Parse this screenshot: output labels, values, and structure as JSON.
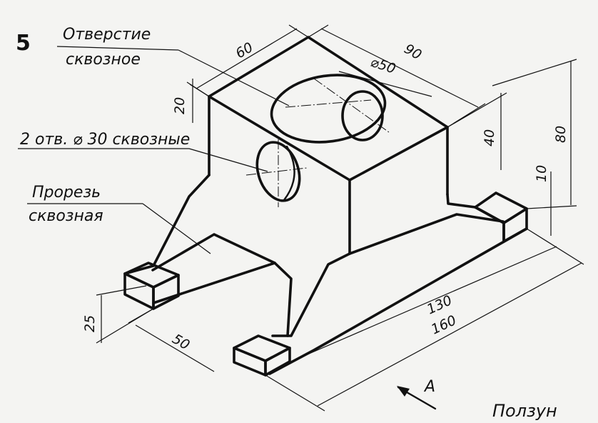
{
  "figure": {
    "number": "5",
    "part_name": "Ползун",
    "view_arrow_label": "A"
  },
  "annotations": {
    "through_hole_line1": "Отверстие",
    "through_hole_line2": "сквозное",
    "two_holes": "2 отв. ⌀ 30 сквозные",
    "slot_line1": "Прорезь",
    "slot_line2": "сквозная"
  },
  "dimensions": {
    "width_top": "60",
    "length_top": "90",
    "hole_diameter": "⌀50",
    "height_20": "20",
    "height_40": "40",
    "height_80": "80",
    "height_10": "10",
    "foot_25": "25",
    "foot_50": "50",
    "length_130": "130",
    "length_160": "160"
  }
}
